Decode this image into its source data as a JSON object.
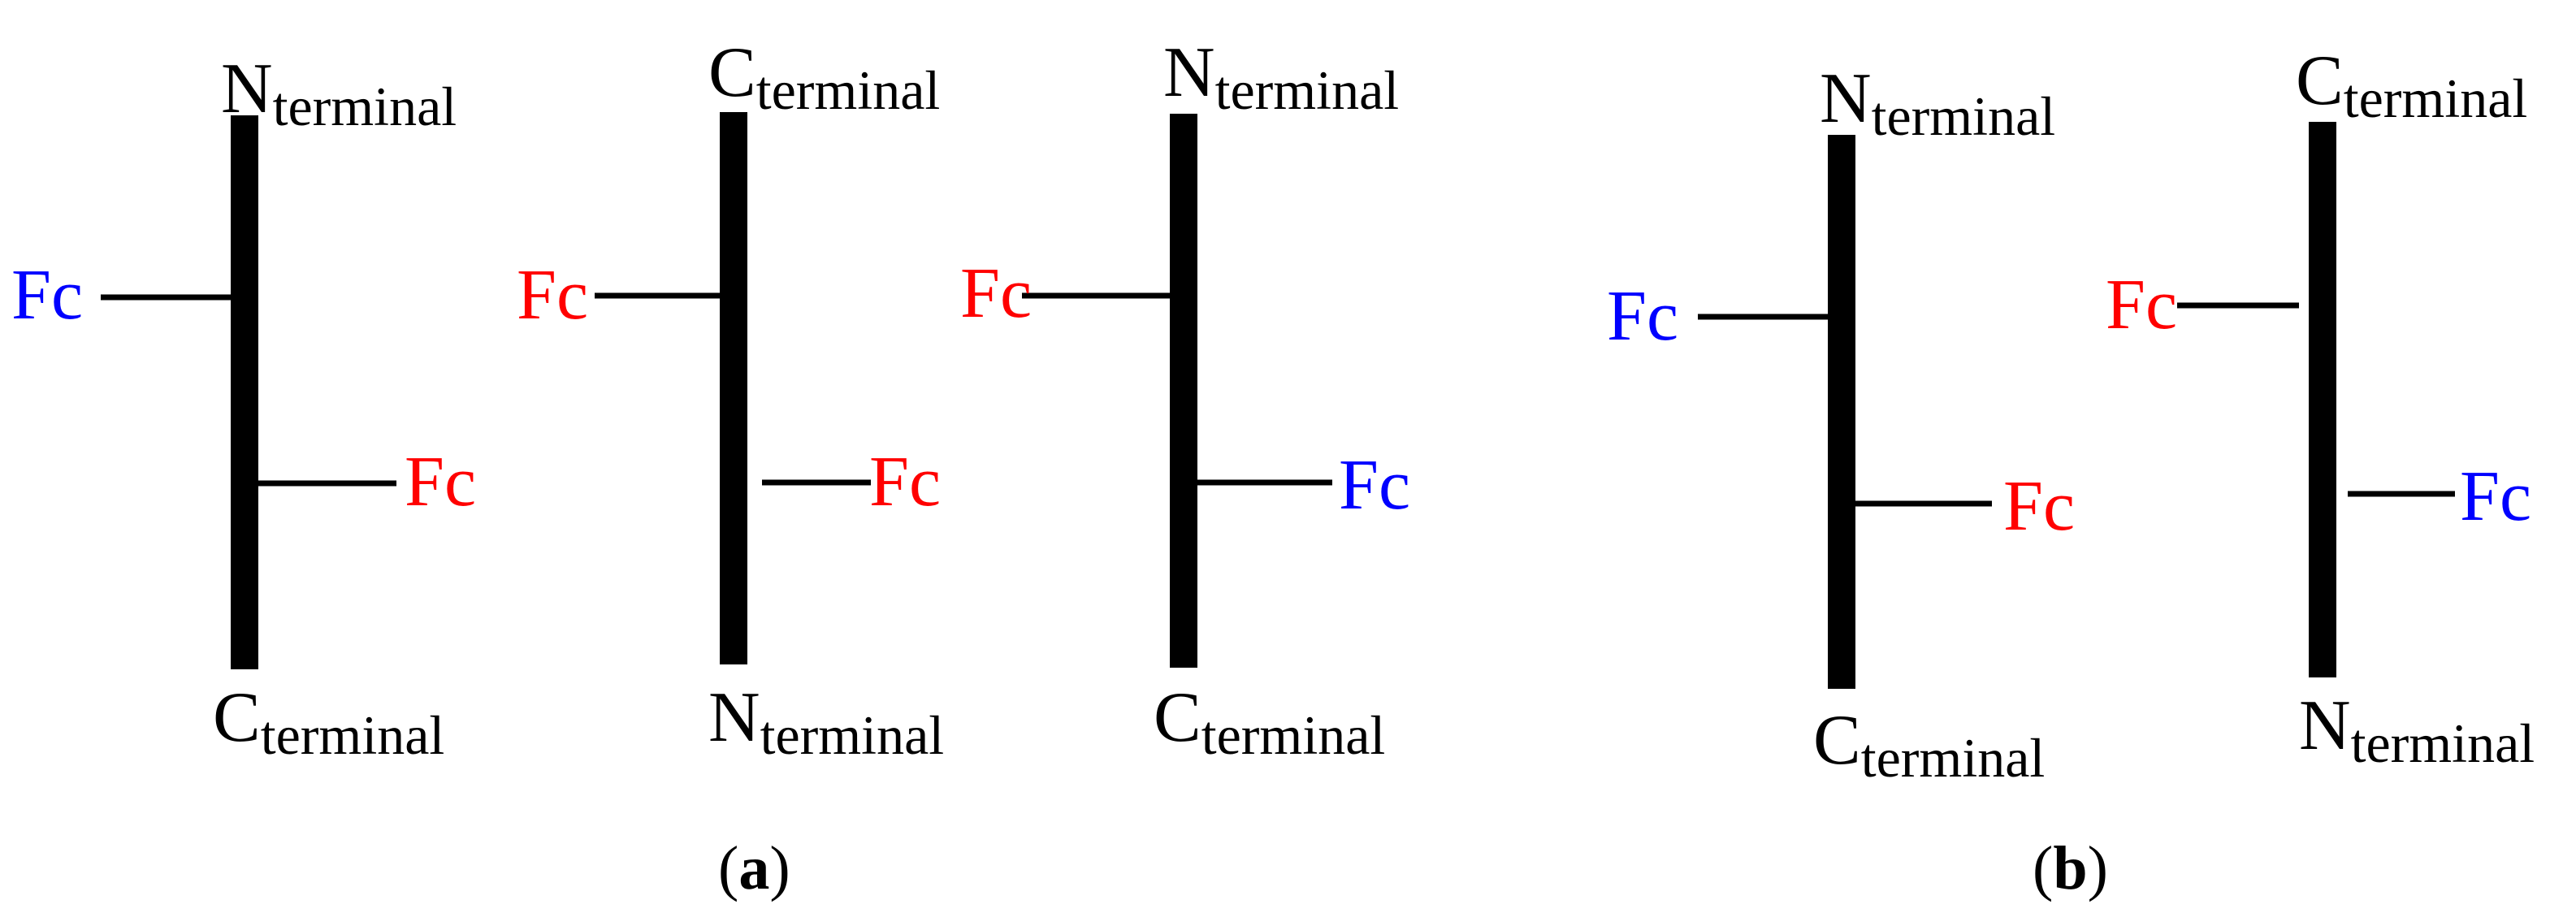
{
  "colors": {
    "blue": "#0000ff",
    "red": "#ff0000",
    "black": "#000000"
  },
  "panels": [
    {
      "caption_open": "(",
      "caption_letter": "a",
      "caption_close": ")",
      "chains": [
        {
          "top": {
            "letter": "N",
            "sub": "terminal"
          },
          "bottom": {
            "letter": "C",
            "sub": "terminal"
          },
          "left_fc": {
            "text": "Fc",
            "color": "blue"
          },
          "right_fc": {
            "text": "Fc",
            "color": "red"
          }
        },
        {
          "top": {
            "letter": "C",
            "sub": "terminal"
          },
          "bottom": {
            "letter": "N",
            "sub": "terminal"
          },
          "left_fc": {
            "text": "Fc",
            "color": "red"
          },
          "right_fc": {
            "text": "Fc",
            "color": "red"
          }
        },
        {
          "top": {
            "letter": "N",
            "sub": "terminal"
          },
          "bottom": {
            "letter": "C",
            "sub": "terminal"
          },
          "left_fc": {
            "text": "Fc",
            "color": "red"
          },
          "right_fc": {
            "text": "Fc",
            "color": "blue"
          }
        }
      ]
    },
    {
      "caption_open": "(",
      "caption_letter": "b",
      "caption_close": ")",
      "chains": [
        {
          "top": {
            "letter": "N",
            "sub": "terminal"
          },
          "bottom": {
            "letter": "C",
            "sub": "terminal"
          },
          "left_fc": {
            "text": "Fc",
            "color": "blue"
          },
          "right_fc": {
            "text": "Fc",
            "color": "red"
          }
        },
        {
          "top": {
            "letter": "C",
            "sub": "terminal"
          },
          "bottom": {
            "letter": "N",
            "sub": "terminal"
          },
          "left_fc": {
            "text": "Fc",
            "color": "red"
          },
          "right_fc": {
            "text": "Fc",
            "color": "blue"
          }
        }
      ]
    }
  ]
}
